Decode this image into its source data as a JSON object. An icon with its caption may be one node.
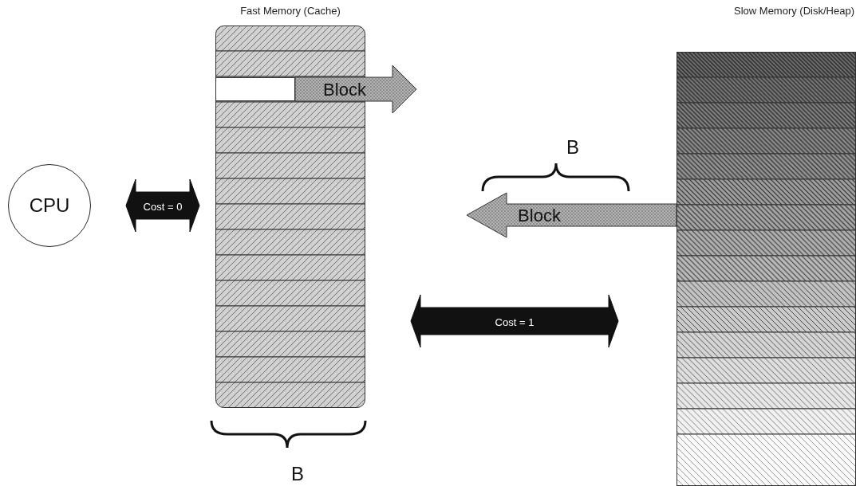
{
  "diagram": {
    "nodes": [
      {
        "text": [
          "CPU"
        ]
      },
      {
        "text": [
          "Fast Memory (Cache)"
        ]
      },
      {
        "text": [],
        "shape": "box",
        "in": 1
      },
      {
        "text": [
          "Slow Memory (Disk/Heap)"
        ]
      }
    ],
    "edges": [
      {
        "from": 0,
        "to": 1,
        "arrow": "both",
        "label": "Cost = 0"
      },
      {
        "from": 2,
        "to": null,
        "arrow": "to",
        "label": "Block"
      },
      {
        "from": 3,
        "to": null,
        "arrow": "to",
        "label": "Block"
      },
      {
        "from": 1,
        "to": 3,
        "arrow": "both",
        "label": "Cost = 1"
      }
    ],
    "labels": [
      "B",
      "B"
    ]
  }
}
